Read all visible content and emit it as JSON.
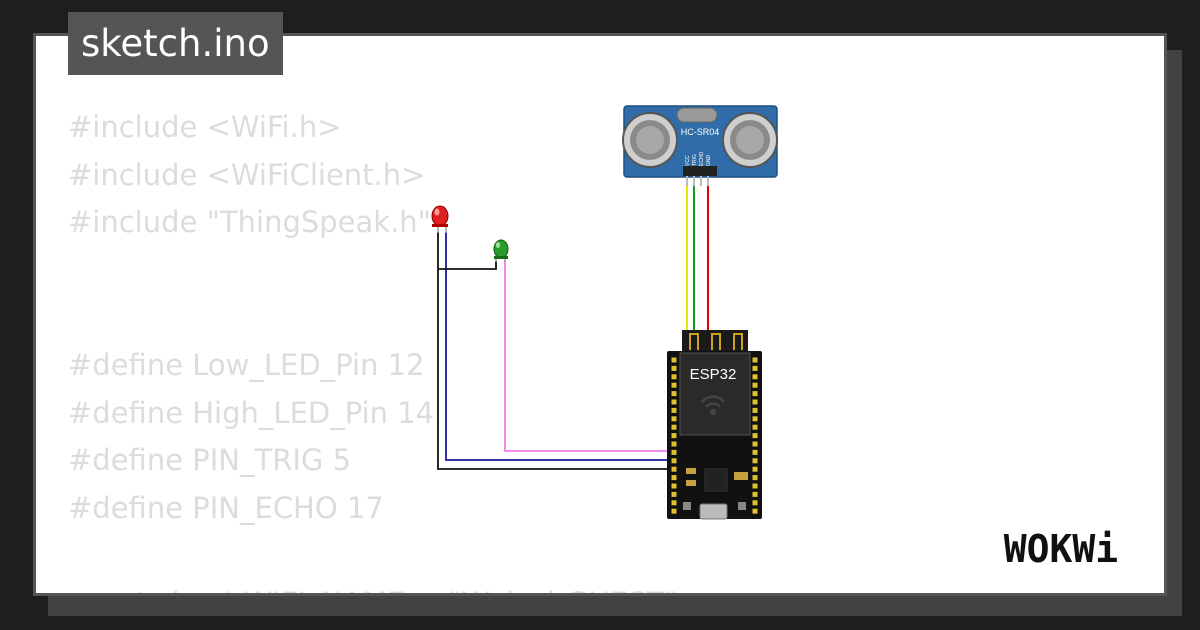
{
  "sketch": {
    "filename": "sketch.ino"
  },
  "code_lines": [
    "#include <WiFi.h>",
    "#include <WiFiClient.h>",
    "#include \"ThingSpeak.h\"",
    "",
    "",
    "#define Low_LED_Pin 12",
    "#define High_LED_Pin 14",
    "#define PIN_TRIG 5",
    "#define PIN_ECHO 17",
    "",
    "const char* WIFI_NAME = \"Wokwi-GUEST\";"
  ],
  "components": {
    "sensor": {
      "label": "HC-SR04",
      "pins": [
        "VCC",
        "TRIG",
        "ECHO",
        "GND"
      ]
    },
    "board": {
      "label": "ESP32"
    },
    "leds": [
      {
        "color": "red"
      },
      {
        "color": "green"
      }
    ]
  },
  "brand": {
    "logo_text": "WOKWi"
  },
  "colors": {
    "background": "#1e1e1e",
    "card": "#ffffff",
    "title_tab": "#555555",
    "code_text": "#dcdcdc",
    "sensor_board": "#2f6ca8",
    "wire_yellow": "#e8e800",
    "wire_green": "#1a9a1a",
    "wire_red": "#e00000",
    "wire_blue": "#1a1aa0",
    "wire_pink": "#f07cf0",
    "wire_black": "#111111"
  }
}
